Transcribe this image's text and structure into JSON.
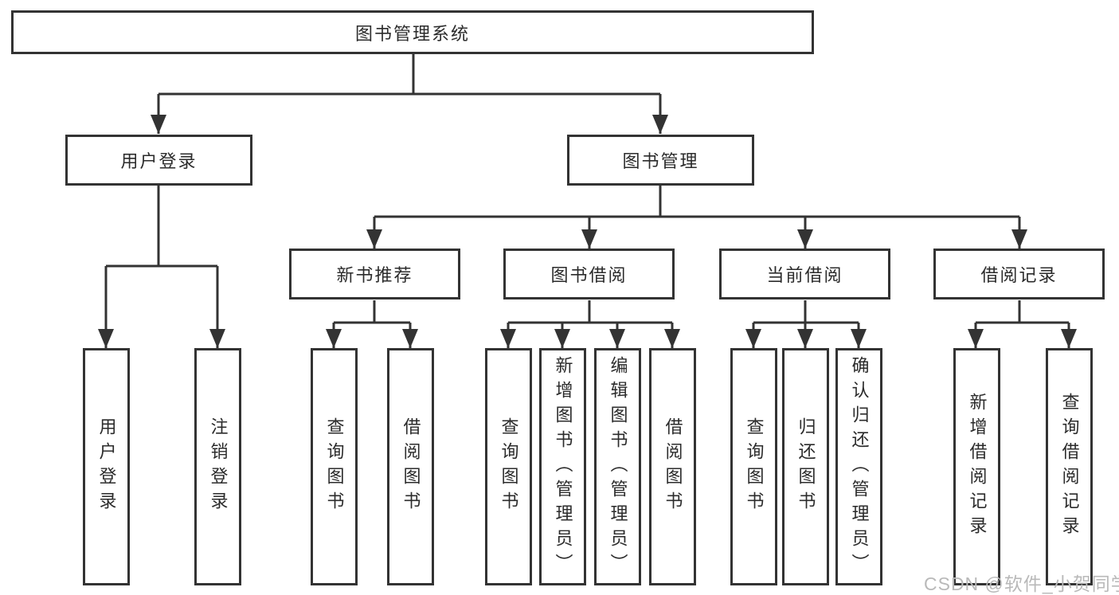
{
  "tree": {
    "root": "图书管理系统",
    "children": [
      {
        "label": "用户登录",
        "leaves": [
          "用户登录",
          "注销登录"
        ]
      },
      {
        "label": "图书管理",
        "children": [
          {
            "label": "新书推荐",
            "leaves": [
              "查询图书",
              "借阅图书"
            ]
          },
          {
            "label": "图书借阅",
            "leaves": [
              "查询图书",
              "新增图书（管理员）",
              "编辑图书（管理员）",
              "借阅图书"
            ]
          },
          {
            "label": "当前借阅",
            "leaves": [
              "查询图书",
              "归还图书",
              "确认归还（管理员）"
            ]
          },
          {
            "label": "借阅记录",
            "leaves": [
              "新增借阅记录",
              "查询借阅记录"
            ]
          }
        ]
      }
    ]
  },
  "watermark": {
    "text": "CSDN @软件_小贺同学"
  },
  "colors": {
    "line": "#333333",
    "box_border": "#333333",
    "box_fill": "#ffffff",
    "text": "#2b2b2b",
    "watermark": "#b9b9b9",
    "background": "#ffffff"
  }
}
